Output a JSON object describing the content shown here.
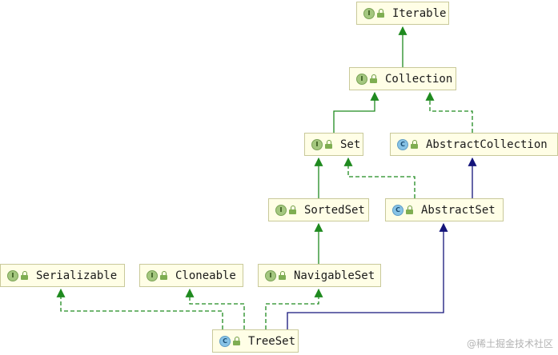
{
  "colors": {
    "extends_edge": "#1f8a1f",
    "implements_edge": "#1f8a1f",
    "class_extends_edge": "#14147a",
    "node_fill": "#fffee6",
    "node_border": "#c9c99a"
  },
  "nodes": {
    "iterable": {
      "label": "Iterable",
      "kind": "interface",
      "kind_badge": "I"
    },
    "collection": {
      "label": "Collection",
      "kind": "interface",
      "kind_badge": "I"
    },
    "set": {
      "label": "Set",
      "kind": "interface",
      "kind_badge": "I"
    },
    "abstract_collection": {
      "label": "AbstractCollection",
      "kind": "abstract-class",
      "kind_badge": "C"
    },
    "sorted_set": {
      "label": "SortedSet",
      "kind": "interface",
      "kind_badge": "I"
    },
    "abstract_set": {
      "label": "AbstractSet",
      "kind": "abstract-class",
      "kind_badge": "C"
    },
    "serializable": {
      "label": "Serializable",
      "kind": "interface",
      "kind_badge": "I"
    },
    "cloneable": {
      "label": "Cloneable",
      "kind": "interface",
      "kind_badge": "I"
    },
    "navigable_set": {
      "label": "NavigableSet",
      "kind": "interface",
      "kind_badge": "I"
    },
    "tree_set": {
      "label": "TreeSet",
      "kind": "class",
      "kind_badge": "C"
    }
  },
  "edges": [
    {
      "from": "Collection",
      "to": "Iterable",
      "type": "extends"
    },
    {
      "from": "Set",
      "to": "Collection",
      "type": "extends"
    },
    {
      "from": "AbstractCollection",
      "to": "Collection",
      "type": "implements"
    },
    {
      "from": "SortedSet",
      "to": "Set",
      "type": "extends"
    },
    {
      "from": "AbstractSet",
      "to": "Set",
      "type": "implements"
    },
    {
      "from": "AbstractSet",
      "to": "AbstractCollection",
      "type": "class-extends"
    },
    {
      "from": "NavigableSet",
      "to": "SortedSet",
      "type": "extends"
    },
    {
      "from": "TreeSet",
      "to": "Serializable",
      "type": "implements"
    },
    {
      "from": "TreeSet",
      "to": "Cloneable",
      "type": "implements"
    },
    {
      "from": "TreeSet",
      "to": "NavigableSet",
      "type": "implements"
    },
    {
      "from": "TreeSet",
      "to": "AbstractSet",
      "type": "class-extends"
    }
  ],
  "watermark": "@稀土掘金技术社区"
}
